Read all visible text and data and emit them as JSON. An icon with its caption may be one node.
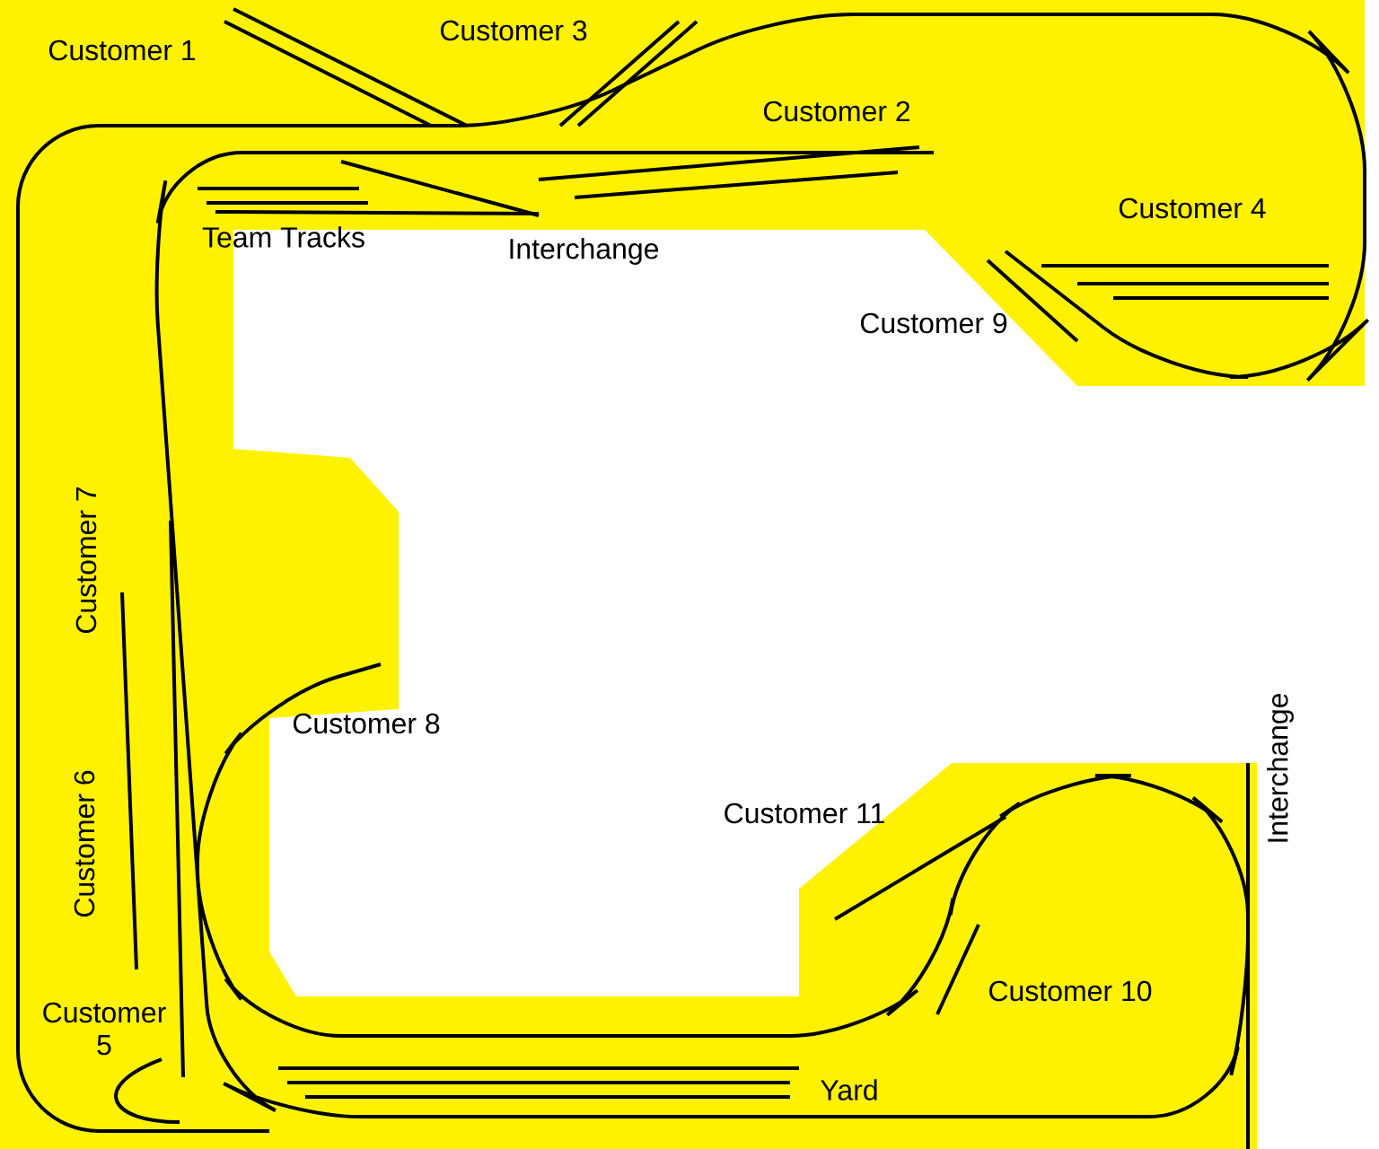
{
  "diagram": {
    "labels": [
      "Customer 1",
      "Customer 3",
      "Customer 2",
      "Team Tracks",
      "Interchange",
      "Customer 4",
      "Customer 9",
      "Customer 7",
      "Customer 8",
      "Customer 6",
      "Customer 11",
      "Interchange",
      "Customer 10",
      "Customer 5",
      "Yard"
    ]
  }
}
